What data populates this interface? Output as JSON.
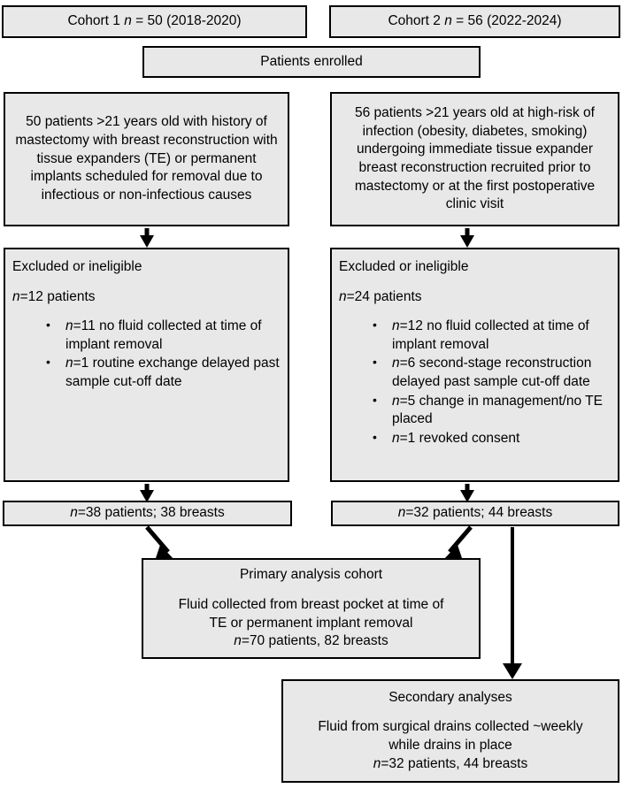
{
  "figure": {
    "type": "flowchart",
    "description": "CONSORT-style patient enrollment flow diagram for two breast reconstruction cohorts"
  },
  "nodes": {
    "cohort1_header": "Cohort 1 n = 50 (2018-2020)",
    "cohort1_header_parts": {
      "pre": "Cohort 1 ",
      "n": "n",
      "post": " = 50 (2018-2020)"
    },
    "cohort2_header": "Cohort 2 n = 56 (2022-2024)",
    "cohort2_header_parts": {
      "pre": "Cohort 2 ",
      "n": "n",
      "post": " = 56 (2022-2024)"
    },
    "patients_enrolled": "Patients enrolled",
    "cohort1_description": "50 patients >21 years old with history of mastectomy with breast reconstruction with tissue expanders (TE) or permanent implants scheduled for removal due to infectious or non-infectious causes",
    "cohort2_description": "56 patients >21 years old at high-risk of infection (obesity, diabetes, smoking) undergoing immediate tissue expander breast reconstruction recruited prior to mastectomy or at the first postoperative clinic visit",
    "excluded1": {
      "title": "Excluded or ineligible",
      "count_n": "n",
      "count_rest": "=12 patients",
      "bullets": [
        {
          "n": "n",
          "text": "=11 no fluid collected at time of implant removal"
        },
        {
          "n": "n",
          "text": "=1 routine exchange delayed past sample cut-off date"
        }
      ]
    },
    "excluded2": {
      "title": "Excluded or ineligible",
      "count_n": "n",
      "count_rest": "=24 patients",
      "bullets": [
        {
          "n": "n",
          "text": "=12 no fluid collected at time of implant removal"
        },
        {
          "n": "n",
          "text": "=6 second-stage reconstruction delayed past sample cut-off date"
        },
        {
          "n": "n",
          "text": "=5 change in management/no TE placed"
        },
        {
          "n": "n",
          "text": "=1 revoked consent"
        }
      ]
    },
    "result1": {
      "n": "n",
      "text": "=38 patients; 38 breasts"
    },
    "result2": {
      "n": "n",
      "text": "=32 patients; 44 breasts"
    },
    "primary": {
      "title": "Primary analysis cohort",
      "line1": "Fluid collected from breast pocket at time of",
      "line2": "TE or permanent implant removal",
      "count_n": "n",
      "count_rest": "=70 patients, 82 breasts"
    },
    "secondary": {
      "title": "Secondary analyses",
      "line1": "Fluid from surgical drains collected ~weekly",
      "line2": "while drains in place",
      "count_n": "n",
      "count_rest": "=32 patients, 44 breasts"
    }
  },
  "colors": {
    "box_fill": "#e8e8e8",
    "box_border": "#000000",
    "background": "#ffffff",
    "text": "#000000"
  }
}
